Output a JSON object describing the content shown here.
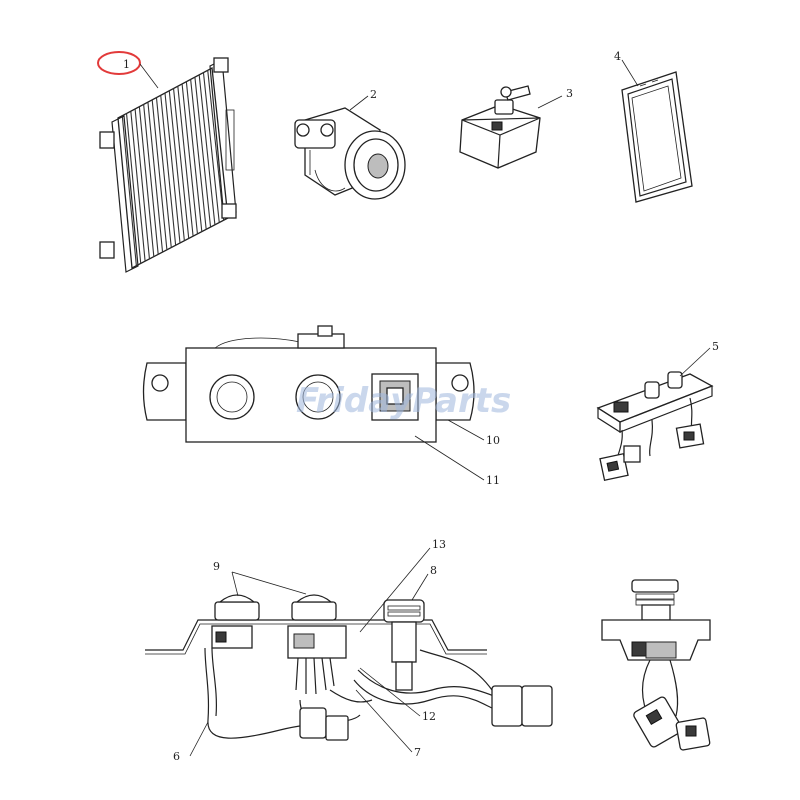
{
  "watermark": "FridayParts",
  "highlight_color": "#e23a3a",
  "callouts": {
    "c1": "1",
    "c2": "2",
    "c3": "3",
    "c4": "4",
    "c5": "5",
    "c6": "6",
    "c7": "7",
    "c8": "8",
    "c9": "9",
    "c10": "10",
    "c11": "11",
    "c12": "12",
    "c13": "13"
  }
}
